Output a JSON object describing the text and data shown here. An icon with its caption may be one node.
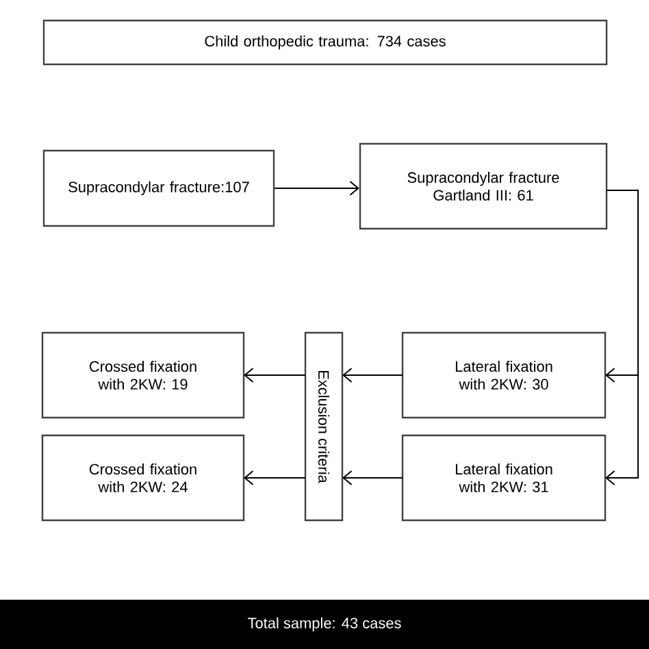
{
  "diagram": {
    "nodes": [
      {
        "text": [
          "Child orthopedic trauma: 734 cases"
        ]
      },
      {
        "text": [
          "Supracondylar fracture:107"
        ]
      },
      {
        "text": [
          "Supracondylar fracture Gartland III: 61"
        ]
      },
      {
        "text": [
          "Crossed fixation with 2KW: 19"
        ]
      },
      {
        "text": [
          "Crossed fixation with 2KW: 24"
        ]
      },
      {
        "text": [
          "Exclusion criteria"
        ]
      },
      {
        "text": [
          "Lateral fixation with 2KW: 30"
        ]
      },
      {
        "text": [
          "Lateral fixation with 2KW: 31"
        ]
      },
      {
        "text": [
          "Total sample: 43 cases"
        ]
      }
    ],
    "edges": [
      {
        "from": 1,
        "to": 2,
        "arrow": "to"
      },
      {
        "from": 2,
        "to": 6,
        "arrow": "to"
      },
      {
        "from": 2,
        "to": 7,
        "arrow": "to"
      },
      {
        "from": 6,
        "to": 5,
        "arrow": "to"
      },
      {
        "from": 7,
        "to": 5,
        "arrow": "to"
      },
      {
        "from": 5,
        "to": 3,
        "arrow": "to"
      },
      {
        "from": 5,
        "to": 4,
        "arrow": "to"
      }
    ]
  }
}
